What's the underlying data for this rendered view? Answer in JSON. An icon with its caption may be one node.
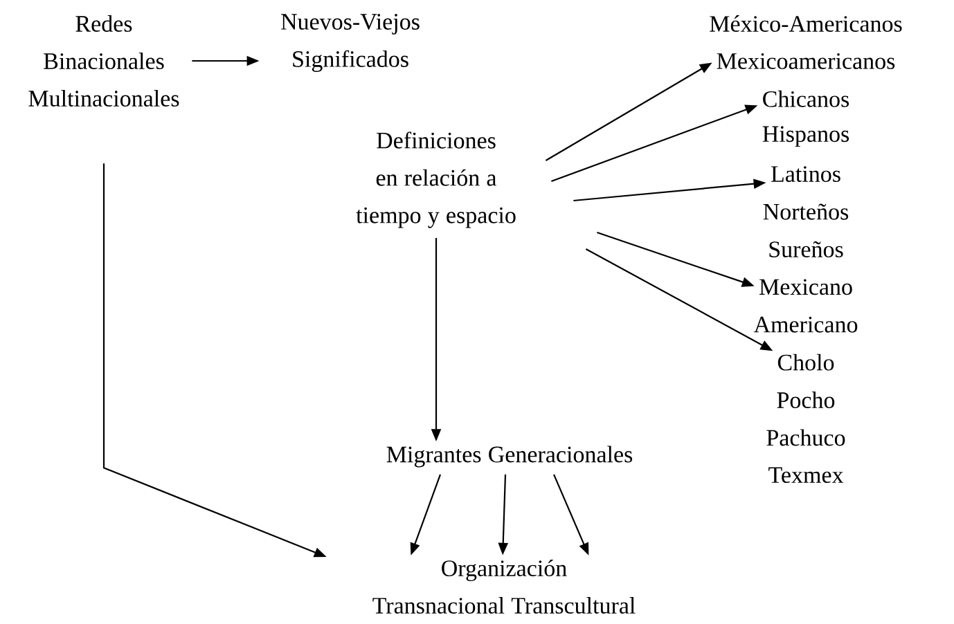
{
  "diagram": {
    "nodes": [
      {
        "text": [
          "Redes Binacionales Multinacionales"
        ]
      },
      {
        "text": [
          "Nuevos-Viejos Significados"
        ]
      },
      {
        "text": [
          "Definiciones en relación a tiempo y espacio"
        ]
      },
      {
        "text": [
          "México-Americanos"
        ]
      },
      {
        "text": [
          "Mexicoamericanos"
        ]
      },
      {
        "text": [
          "Chicanos"
        ]
      },
      {
        "text": [
          "Hispanos"
        ]
      },
      {
        "text": [
          "Latinos"
        ]
      },
      {
        "text": [
          "Norteños"
        ]
      },
      {
        "text": [
          "Sureños"
        ]
      },
      {
        "text": [
          "Mexicano"
        ]
      },
      {
        "text": [
          "Americano"
        ]
      },
      {
        "text": [
          "Cholo"
        ]
      },
      {
        "text": [
          "Pocho"
        ]
      },
      {
        "text": [
          "Pachuco"
        ]
      },
      {
        "text": [
          "Texmex"
        ]
      },
      {
        "text": [
          "Migrantes Generacionales"
        ]
      },
      {
        "text": [
          "Organización Transnacional Transcultural"
        ]
      }
    ],
    "edges": [
      {
        "from": 0,
        "to": 1,
        "arrow": "to"
      },
      {
        "from": 2,
        "to": 4,
        "arrow": "to"
      },
      {
        "from": 2,
        "to": 5,
        "arrow": "to"
      },
      {
        "from": 2,
        "to": 7,
        "arrow": "to"
      },
      {
        "from": 2,
        "to": 10,
        "arrow": "to"
      },
      {
        "from": 2,
        "to": 12,
        "arrow": "to"
      },
      {
        "from": 2,
        "to": 16,
        "arrow": "to"
      },
      {
        "from": 0,
        "to": 17,
        "arrow": "to"
      },
      {
        "from": 16,
        "to": 17,
        "arrow": "to"
      },
      {
        "from": 16,
        "to": 17,
        "arrow": "to"
      },
      {
        "from": 16,
        "to": 17,
        "arrow": "to"
      }
    ]
  }
}
